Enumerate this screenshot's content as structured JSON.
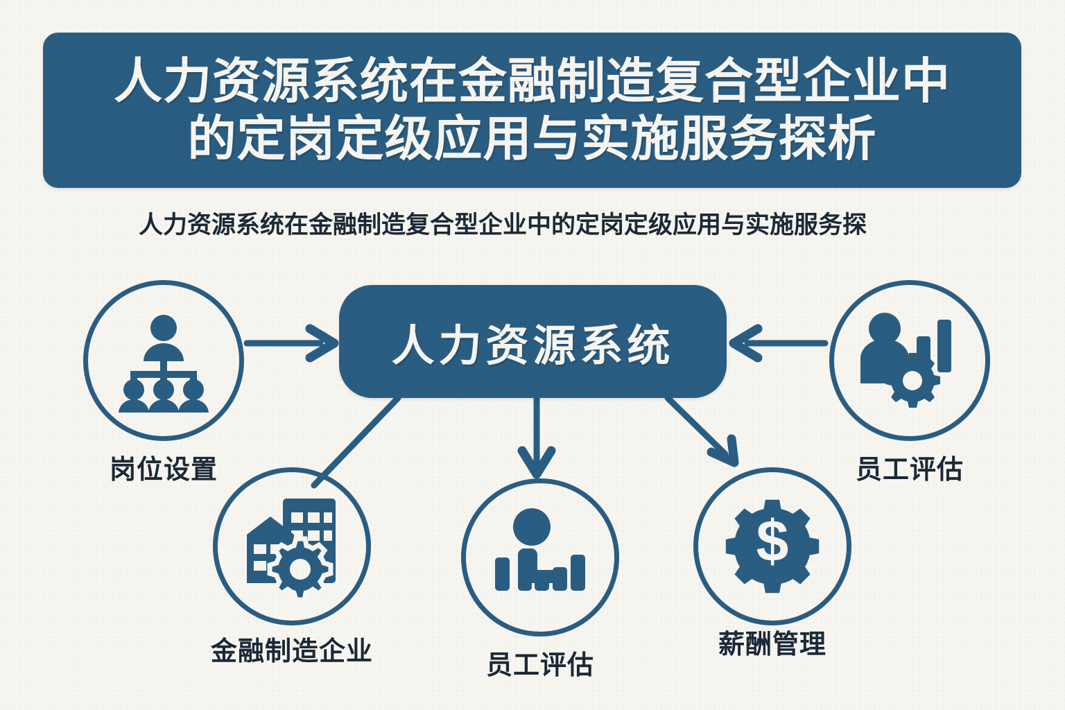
{
  "colors": {
    "brand_blue": "#2a5d82",
    "background": "#f7f5f0",
    "title_text": "#f7f5ef",
    "label_text": "#1b2836"
  },
  "header": {
    "title_line1": "人力资源系统在金融制造复合型企业中",
    "title_line2": "的定岗定级应用与实施服务探析",
    "subtitle": "人力资源系统在金融制造复合型企业中的定岗定级应用与实施服务探"
  },
  "diagram": {
    "center": {
      "label": "人力资源系统",
      "icon": "rounded-rect-node"
    },
    "nodes": [
      {
        "id": "posts",
        "label": "岗位设置",
        "icon": "org-chart-icon",
        "position": "left"
      },
      {
        "id": "staff-eval-right",
        "label": "员工评估",
        "icon": "person-chart-gear-icon",
        "position": "right"
      },
      {
        "id": "enterprise",
        "label": "金融制造企业",
        "icon": "buildings-gear-icon",
        "position": "bottom-left"
      },
      {
        "id": "staff-eval-bottom",
        "label": "员工评估",
        "icon": "person-bar-chart-icon",
        "position": "bottom-center"
      },
      {
        "id": "salary",
        "label": "薪酬管理",
        "icon": "gear-dollar-icon",
        "position": "bottom-right"
      }
    ],
    "connectors": [
      {
        "from": "posts",
        "to": "center",
        "arrow": "to-center",
        "style": "straight-horizontal"
      },
      {
        "from": "staff-eval-right",
        "to": "center",
        "arrow": "to-center",
        "style": "straight-horizontal"
      },
      {
        "from": "center",
        "to": "enterprise",
        "arrow": "none",
        "style": "diagonal"
      },
      {
        "from": "center",
        "to": "staff-eval-bottom",
        "arrow": "to-node",
        "style": "vertical"
      },
      {
        "from": "center",
        "to": "salary",
        "arrow": "to-node",
        "style": "diagonal"
      }
    ]
  }
}
